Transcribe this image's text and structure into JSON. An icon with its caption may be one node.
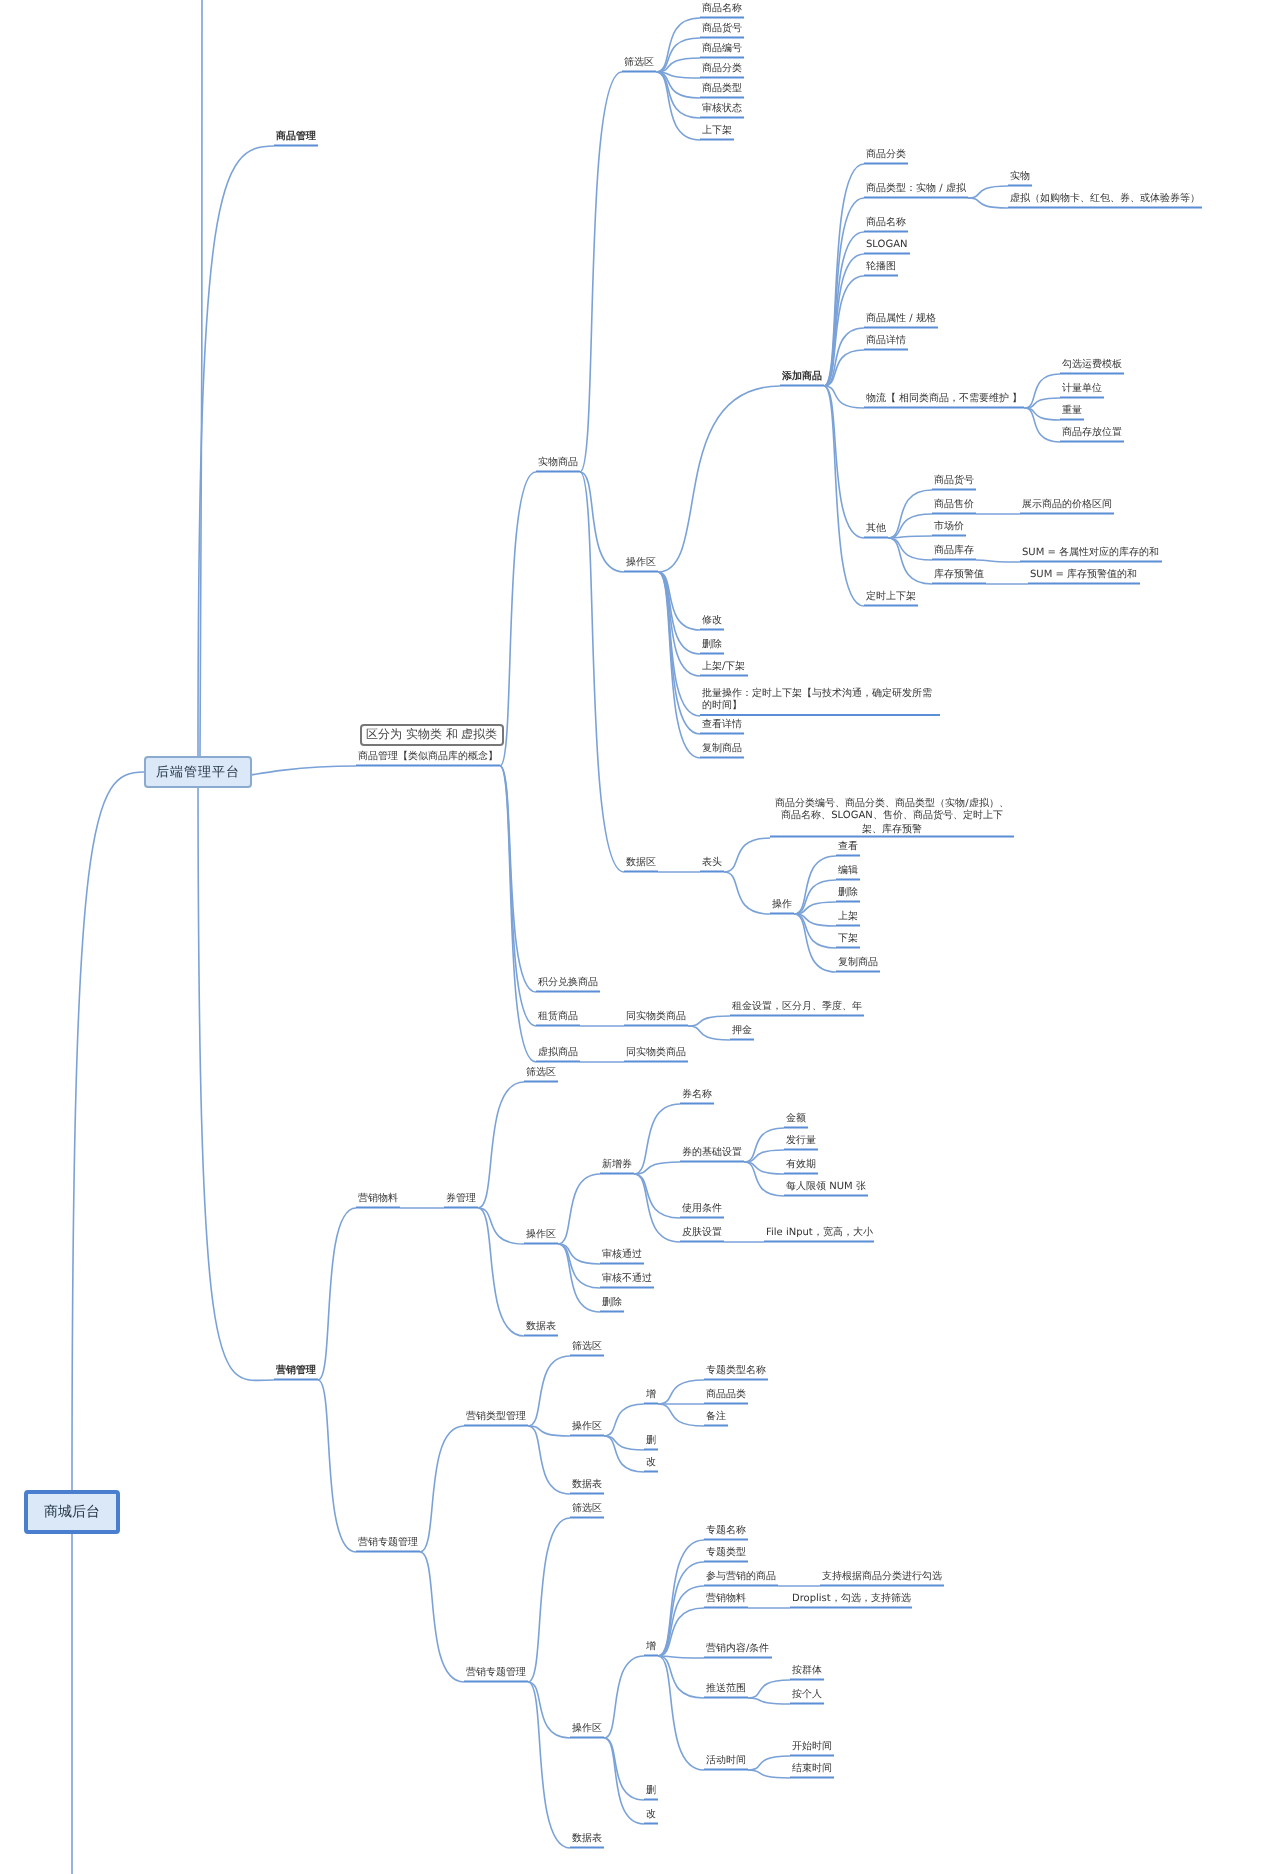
{
  "diagram": {
    "nodes": [
      {
        "text": [
          "商城后台"
        ]
      },
      {
        "text": [
          "后端管理平台"
        ]
      },
      {
        "text": [
          "商品管理"
        ]
      },
      {
        "text": [
          "商品管理【类似商品库的概念】"
        ],
        "beside": [
          "区分为 实物类 和 虚拟类"
        ]
      },
      {
        "text": [
          "实物商品"
        ]
      },
      {
        "text": [
          "筛选区"
        ]
      },
      {
        "text": [
          "商品名称"
        ]
      },
      {
        "text": [
          "商品货号"
        ]
      },
      {
        "text": [
          "商品编号"
        ]
      },
      {
        "text": [
          "商品分类"
        ]
      },
      {
        "text": [
          "商品类型"
        ]
      },
      {
        "text": [
          "审核状态"
        ]
      },
      {
        "text": [
          "上下架"
        ]
      },
      {
        "text": [
          "操作区"
        ]
      },
      {
        "text": [
          "添加商品"
        ]
      },
      {
        "text": [
          "商品分类"
        ]
      },
      {
        "text": [
          "商品类型：实物 / 虚拟"
        ]
      },
      {
        "text": [
          "实物"
        ]
      },
      {
        "text": [
          "虚拟（如购物卡、红包、券、或体验券等）"
        ]
      },
      {
        "text": [
          "商品名称"
        ]
      },
      {
        "text": [
          "SLOGAN"
        ]
      },
      {
        "text": [
          "轮播图"
        ]
      },
      {
        "text": [
          "商品属性 / 规格"
        ]
      },
      {
        "text": [
          "商品详情"
        ]
      },
      {
        "text": [
          "物流【 相同类商品，不需要维护 】"
        ]
      },
      {
        "text": [
          "勾选运费模板"
        ]
      },
      {
        "text": [
          "计量单位"
        ]
      },
      {
        "text": [
          "重量"
        ]
      },
      {
        "text": [
          "商品存放位置"
        ]
      },
      {
        "text": [
          "其他"
        ]
      },
      {
        "text": [
          "商品货号"
        ]
      },
      {
        "text": [
          "商品售价"
        ]
      },
      {
        "text": [
          "展示商品的价格区间"
        ]
      },
      {
        "text": [
          "市场价"
        ]
      },
      {
        "text": [
          "商品库存"
        ]
      },
      {
        "text": [
          "SUM = 各属性对应的库存的和"
        ]
      },
      {
        "text": [
          "库存预警值"
        ]
      },
      {
        "text": [
          "SUM = 库存预警值的和"
        ]
      },
      {
        "text": [
          "定时上下架"
        ]
      },
      {
        "text": [
          "修改"
        ]
      },
      {
        "text": [
          "删除"
        ]
      },
      {
        "text": [
          "上架/下架"
        ]
      },
      {
        "text": [
          "批量操作：定时上下架【与技术沟通，确定研发所需的时间】"
        ]
      },
      {
        "text": [
          "查看详情"
        ]
      },
      {
        "text": [
          "复制商品"
        ]
      },
      {
        "text": [
          "数据区"
        ]
      },
      {
        "text": [
          "表头"
        ]
      },
      {
        "text": [
          "商品分类编号、商品分类、商品类型（实物/虚拟）、商品名称、SLOGAN、售价、商品货号、定时上下架、库存预警"
        ]
      },
      {
        "text": [
          "操作"
        ]
      },
      {
        "text": [
          "查看"
        ]
      },
      {
        "text": [
          "编辑"
        ]
      },
      {
        "text": [
          "删除"
        ]
      },
      {
        "text": [
          "上架"
        ]
      },
      {
        "text": [
          "下架"
        ]
      },
      {
        "text": [
          "复制商品"
        ]
      },
      {
        "text": [
          "积分兑换商品"
        ]
      },
      {
        "text": [
          "租赁商品"
        ]
      },
      {
        "text": [
          "同实物类商品"
        ]
      },
      {
        "text": [
          "租金设置，区分月、季度、年"
        ]
      },
      {
        "text": [
          "押金"
        ]
      },
      {
        "text": [
          "虚拟商品"
        ]
      },
      {
        "text": [
          "同实物类商品"
        ]
      },
      {
        "text": [
          "营销管理"
        ]
      },
      {
        "text": [
          "营销物料"
        ]
      },
      {
        "text": [
          "券管理"
        ]
      },
      {
        "text": [
          "筛选区"
        ]
      },
      {
        "text": [
          "操作区"
        ]
      },
      {
        "text": [
          "新增券"
        ]
      },
      {
        "text": [
          "券名称"
        ]
      },
      {
        "text": [
          "券的基础设置"
        ]
      },
      {
        "text": [
          "金额"
        ]
      },
      {
        "text": [
          "发行量"
        ]
      },
      {
        "text": [
          "有效期"
        ]
      },
      {
        "text": [
          "每人限领 NUM 张"
        ]
      },
      {
        "text": [
          "使用条件"
        ]
      },
      {
        "text": [
          "皮肤设置"
        ]
      },
      {
        "text": [
          "File iNput，宽高，大小"
        ]
      },
      {
        "text": [
          "审核通过"
        ]
      },
      {
        "text": [
          "审核不通过"
        ]
      },
      {
        "text": [
          "删除"
        ]
      },
      {
        "text": [
          "数据表"
        ]
      },
      {
        "text": [
          "营销专题管理"
        ]
      },
      {
        "text": [
          "营销类型管理"
        ]
      },
      {
        "text": [
          "筛选区"
        ]
      },
      {
        "text": [
          "操作区"
        ]
      },
      {
        "text": [
          "增"
        ]
      },
      {
        "text": [
          "专题类型名称"
        ]
      },
      {
        "text": [
          "商品品类"
        ]
      },
      {
        "text": [
          "备注"
        ]
      },
      {
        "text": [
          "删"
        ]
      },
      {
        "text": [
          "改"
        ]
      },
      {
        "text": [
          "数据表"
        ]
      },
      {
        "text": [
          "营销专题管理"
        ]
      },
      {
        "text": [
          "筛选区"
        ]
      },
      {
        "text": [
          "操作区"
        ]
      },
      {
        "text": [
          "增"
        ]
      },
      {
        "text": [
          "专题名称"
        ]
      },
      {
        "text": [
          "专题类型"
        ]
      },
      {
        "text": [
          "参与营销的商品"
        ]
      },
      {
        "text": [
          "支持根据商品分类进行勾选"
        ]
      },
      {
        "text": [
          "营销物料"
        ]
      },
      {
        "text": [
          "Droplist，勾选，支持筛选"
        ]
      },
      {
        "text": [
          "营销内容/条件"
        ]
      },
      {
        "text": [
          "推送范围"
        ]
      },
      {
        "text": [
          "按群体"
        ]
      },
      {
        "text": [
          "按个人"
        ]
      },
      {
        "text": [
          "活动时间"
        ]
      },
      {
        "text": [
          "开始时间"
        ]
      },
      {
        "text": [
          "结束时间"
        ]
      },
      {
        "text": [
          "删"
        ]
      },
      {
        "text": [
          "改"
        ]
      },
      {
        "text": [
          "数据表"
        ]
      }
    ],
    "edges": [
      {
        "from": 0,
        "to": 1,
        "arrow": "none"
      },
      {
        "from": 0,
        "to": null,
        "arrow": "none"
      },
      {
        "from": 1,
        "to": null,
        "arrow": "none"
      },
      {
        "from": 1,
        "to": 2,
        "arrow": "none"
      },
      {
        "from": 1,
        "to": 3,
        "arrow": "none"
      },
      {
        "from": 1,
        "to": 62,
        "arrow": "none"
      },
      {
        "from": 3,
        "to": 4,
        "arrow": "none"
      },
      {
        "from": 3,
        "to": 55,
        "arrow": "none"
      },
      {
        "from": 3,
        "to": 56,
        "arrow": "none"
      },
      {
        "from": 3,
        "to": 60,
        "arrow": "none"
      },
      {
        "from": 4,
        "to": 5,
        "arrow": "none"
      },
      {
        "from": 4,
        "to": 13,
        "arrow": "none"
      },
      {
        "from": 4,
        "to": 45,
        "arrow": "none"
      },
      {
        "from": 5,
        "to": 6,
        "arrow": "none"
      },
      {
        "from": 5,
        "to": 7,
        "arrow": "none"
      },
      {
        "from": 5,
        "to": 8,
        "arrow": "none"
      },
      {
        "from": 5,
        "to": 9,
        "arrow": "none"
      },
      {
        "from": 5,
        "to": 10,
        "arrow": "none"
      },
      {
        "from": 5,
        "to": 11,
        "arrow": "none"
      },
      {
        "from": 5,
        "to": 12,
        "arrow": "none"
      },
      {
        "from": 13,
        "to": 14,
        "arrow": "none"
      },
      {
        "from": 13,
        "to": 39,
        "arrow": "none"
      },
      {
        "from": 13,
        "to": 40,
        "arrow": "none"
      },
      {
        "from": 13,
        "to": 41,
        "arrow": "none"
      },
      {
        "from": 13,
        "to": 42,
        "arrow": "none"
      },
      {
        "from": 13,
        "to": 43,
        "arrow": "none"
      },
      {
        "from": 13,
        "to": 44,
        "arrow": "none"
      },
      {
        "from": 14,
        "to": 15,
        "arrow": "none"
      },
      {
        "from": 14,
        "to": 16,
        "arrow": "none"
      },
      {
        "from": 14,
        "to": 19,
        "arrow": "none"
      },
      {
        "from": 14,
        "to": 20,
        "arrow": "none"
      },
      {
        "from": 14,
        "to": 21,
        "arrow": "none"
      },
      {
        "from": 14,
        "to": 22,
        "arrow": "none"
      },
      {
        "from": 14,
        "to": 23,
        "arrow": "none"
      },
      {
        "from": 14,
        "to": 24,
        "arrow": "none"
      },
      {
        "from": 14,
        "to": 29,
        "arrow": "none"
      },
      {
        "from": 14,
        "to": 38,
        "arrow": "none"
      },
      {
        "from": 16,
        "to": 17,
        "arrow": "none"
      },
      {
        "from": 16,
        "to": 18,
        "arrow": "none"
      },
      {
        "from": 24,
        "to": 25,
        "arrow": "none"
      },
      {
        "from": 24,
        "to": 26,
        "arrow": "none"
      },
      {
        "from": 24,
        "to": 27,
        "arrow": "none"
      },
      {
        "from": 24,
        "to": 28,
        "arrow": "none"
      },
      {
        "from": 29,
        "to": 30,
        "arrow": "none"
      },
      {
        "from": 29,
        "to": 31,
        "arrow": "none"
      },
      {
        "from": 29,
        "to": 33,
        "arrow": "none"
      },
      {
        "from": 29,
        "to": 34,
        "arrow": "none"
      },
      {
        "from": 29,
        "to": 36,
        "arrow": "none"
      },
      {
        "from": 31,
        "to": 32,
        "arrow": "none"
      },
      {
        "from": 34,
        "to": 35,
        "arrow": "none"
      },
      {
        "from": 36,
        "to": 37,
        "arrow": "none"
      },
      {
        "from": 45,
        "to": 46,
        "arrow": "none"
      },
      {
        "from": 46,
        "to": 47,
        "arrow": "none"
      },
      {
        "from": 46,
        "to": 48,
        "arrow": "none"
      },
      {
        "from": 48,
        "to": 49,
        "arrow": "none"
      },
      {
        "from": 48,
        "to": 50,
        "arrow": "none"
      },
      {
        "from": 48,
        "to": 51,
        "arrow": "none"
      },
      {
        "from": 48,
        "to": 52,
        "arrow": "none"
      },
      {
        "from": 48,
        "to": 53,
        "arrow": "none"
      },
      {
        "from": 48,
        "to": 54,
        "arrow": "none"
      },
      {
        "from": 56,
        "to": 57,
        "arrow": "none"
      },
      {
        "from": 57,
        "to": 58,
        "arrow": "none"
      },
      {
        "from": 57,
        "to": 59,
        "arrow": "none"
      },
      {
        "from": 60,
        "to": 61,
        "arrow": "none"
      },
      {
        "from": 62,
        "to": 63,
        "arrow": "none"
      },
      {
        "from": 62,
        "to": 81,
        "arrow": "none"
      },
      {
        "from": 63,
        "to": 64,
        "arrow": "none"
      },
      {
        "from": 64,
        "to": 65,
        "arrow": "none"
      },
      {
        "from": 64,
        "to": 66,
        "arrow": "none"
      },
      {
        "from": 64,
        "to": 80,
        "arrow": "none"
      },
      {
        "from": 66,
        "to": 67,
        "arrow": "none"
      },
      {
        "from": 66,
        "to": 77,
        "arrow": "none"
      },
      {
        "from": 66,
        "to": 78,
        "arrow": "none"
      },
      {
        "from": 66,
        "to": 79,
        "arrow": "none"
      },
      {
        "from": 67,
        "to": 68,
        "arrow": "none"
      },
      {
        "from": 67,
        "to": 69,
        "arrow": "none"
      },
      {
        "from": 67,
        "to": 74,
        "arrow": "none"
      },
      {
        "from": 67,
        "to": 75,
        "arrow": "none"
      },
      {
        "from": 69,
        "to": 70,
        "arrow": "none"
      },
      {
        "from": 69,
        "to": 71,
        "arrow": "none"
      },
      {
        "from": 69,
        "to": 72,
        "arrow": "none"
      },
      {
        "from": 69,
        "to": 73,
        "arrow": "none"
      },
      {
        "from": 75,
        "to": 76,
        "arrow": "none"
      },
      {
        "from": 81,
        "to": 82,
        "arrow": "none"
      },
      {
        "from": 81,
        "to": 92,
        "arrow": "none"
      },
      {
        "from": 82,
        "to": 83,
        "arrow": "none"
      },
      {
        "from": 82,
        "to": 84,
        "arrow": "none"
      },
      {
        "from": 82,
        "to": 91,
        "arrow": "none"
      },
      {
        "from": 84,
        "to": 85,
        "arrow": "none"
      },
      {
        "from": 84,
        "to": 89,
        "arrow": "none"
      },
      {
        "from": 84,
        "to": 90,
        "arrow": "none"
      },
      {
        "from": 85,
        "to": 86,
        "arrow": "none"
      },
      {
        "from": 85,
        "to": 87,
        "arrow": "none"
      },
      {
        "from": 85,
        "to": 88,
        "arrow": "none"
      },
      {
        "from": 92,
        "to": 93,
        "arrow": "none"
      },
      {
        "from": 92,
        "to": 94,
        "arrow": "none"
      },
      {
        "from": 92,
        "to": 111,
        "arrow": "none"
      },
      {
        "from": 94,
        "to": 95,
        "arrow": "none"
      },
      {
        "from": 94,
        "to": 109,
        "arrow": "none"
      },
      {
        "from": 94,
        "to": 110,
        "arrow": "none"
      },
      {
        "from": 95,
        "to": 96,
        "arrow": "none"
      },
      {
        "from": 95,
        "to": 97,
        "arrow": "none"
      },
      {
        "from": 95,
        "to": 98,
        "arrow": "none"
      },
      {
        "from": 95,
        "to": 100,
        "arrow": "none"
      },
      {
        "from": 95,
        "to": 102,
        "arrow": "none"
      },
      {
        "from": 95,
        "to": 103,
        "arrow": "none"
      },
      {
        "from": 95,
        "to": 106,
        "arrow": "none"
      },
      {
        "from": 98,
        "to": 99,
        "arrow": "none"
      },
      {
        "from": 100,
        "to": 101,
        "arrow": "none"
      },
      {
        "from": 103,
        "to": 104,
        "arrow": "none"
      },
      {
        "from": 103,
        "to": 105,
        "arrow": "none"
      },
      {
        "from": 106,
        "to": 107,
        "arrow": "none"
      },
      {
        "from": 106,
        "to": 108,
        "arrow": "none"
      }
    ]
  }
}
